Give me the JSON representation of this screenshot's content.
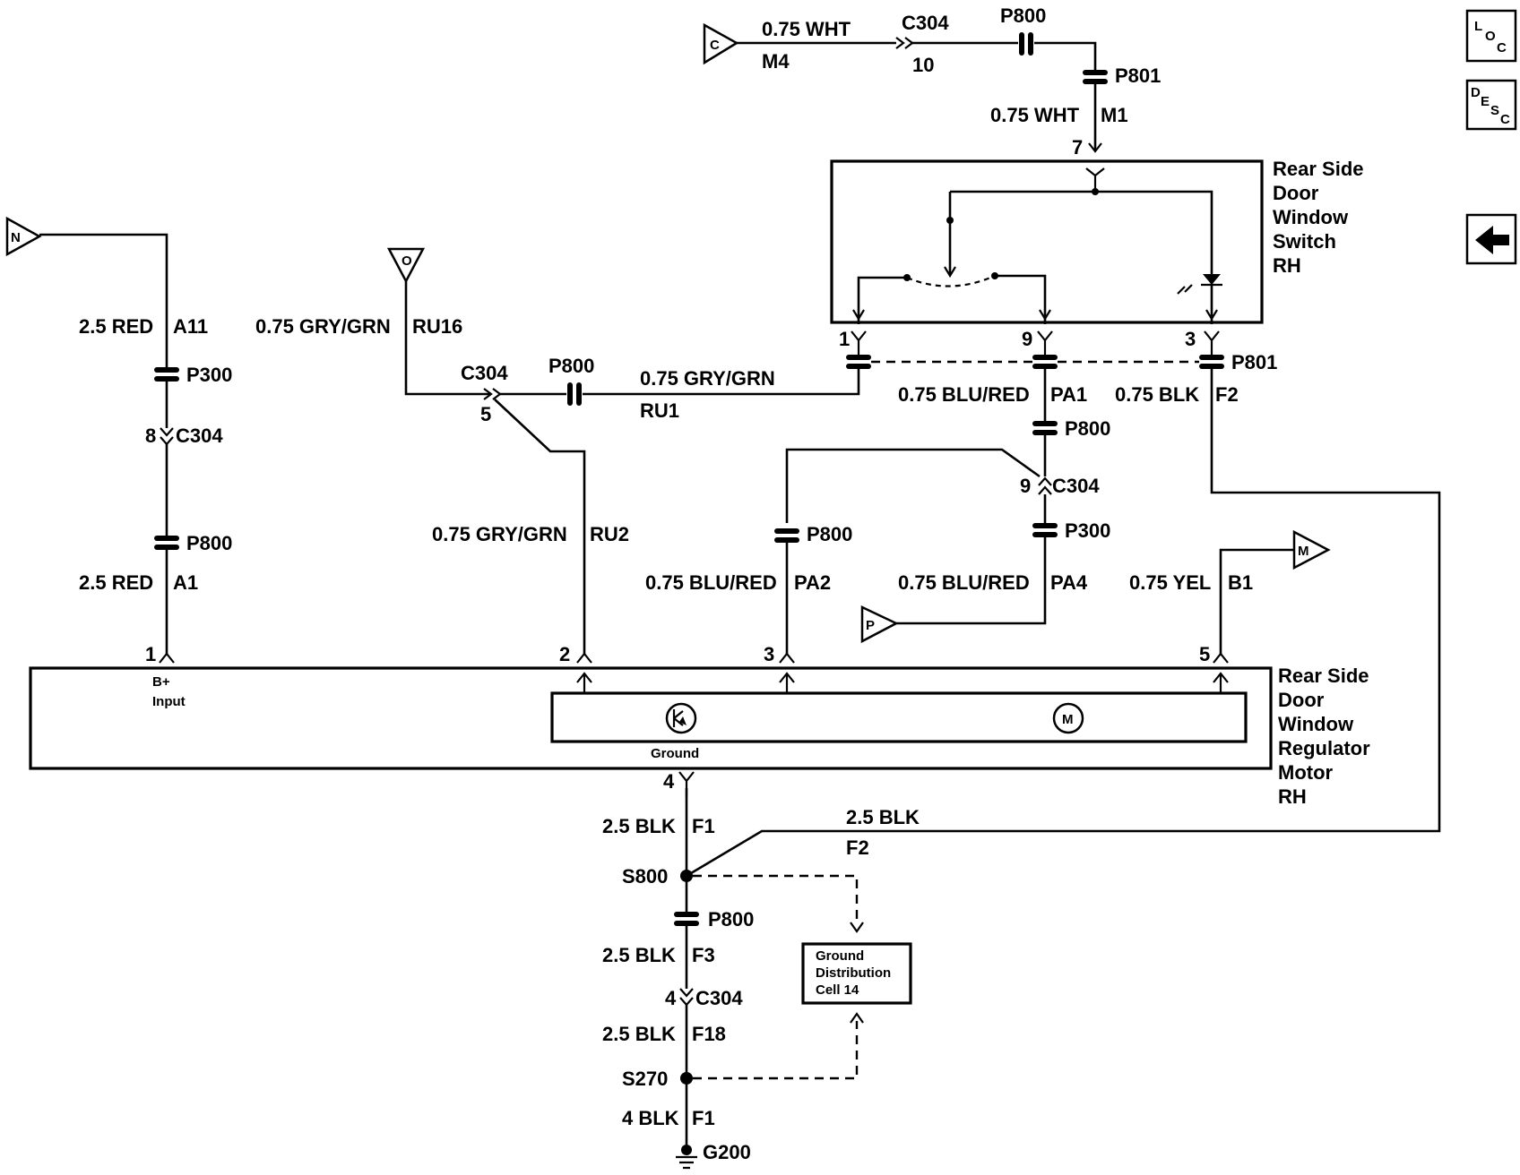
{
  "nav": {
    "loc": {
      "l": "L",
      "o": "O",
      "c": "C"
    },
    "desc": {
      "d": "D",
      "e": "E",
      "s": "S",
      "c": "C"
    }
  },
  "refs": {
    "n": "N",
    "o": "O",
    "c": "C",
    "m": "M",
    "p": "P"
  },
  "top": {
    "wire_wht": "0.75 WHT",
    "circuit_m4": "M4",
    "conn_c304": "C304",
    "pin_10": "10",
    "conn_p800": "P800",
    "conn_p801": "P801",
    "wire_wht_m1": "0.75 WHT",
    "circuit_m1": "M1",
    "pin_7": "7"
  },
  "switch": {
    "title": [
      "Rear Side",
      "Door",
      "Window",
      "Switch",
      "RH"
    ],
    "pin_1": "1",
    "pin_9": "9",
    "pin_3": "3",
    "conn_p801": "P801"
  },
  "left": {
    "wire_a11": "2.5 RED",
    "circuit_a11": "A11",
    "conn_p300": "P300",
    "pin_8": "8",
    "conn_c304": "C304",
    "conn_p800": "P800",
    "wire_a1": "2.5 RED",
    "circuit_a1": "A1",
    "pin_1": "1"
  },
  "ru": {
    "wire_ru16": "0.75 GRY/GRN",
    "circuit_ru16": "RU16",
    "conn_c304": "C304",
    "pin_5": "5",
    "conn_p800": "P800",
    "wire_ru1": "0.75 GRY/GRN",
    "circuit_ru1": "RU1",
    "wire_ru2": "0.75 GRY/GRN",
    "circuit_ru2": "RU2",
    "pin_2": "2"
  },
  "pa": {
    "wire_pa1": "0.75 BLU/RED",
    "circuit_pa1": "PA1",
    "conn_p800_top": "P800",
    "pin_9": "9",
    "conn_c304": "C304",
    "conn_p300": "P300",
    "conn_p800_left": "P800",
    "wire_pa2": "0.75 BLU/RED",
    "circuit_pa2": "PA2",
    "wire_pa4": "0.75 BLU/RED",
    "circuit_pa4": "PA4",
    "pin_3": "3"
  },
  "right": {
    "wire_f2": "0.75 BLK",
    "circuit_f2": "F2",
    "wire_b1": "0.75 YEL",
    "circuit_b1": "B1",
    "pin_5": "5"
  },
  "motor": {
    "title": [
      "Rear Side",
      "Door",
      "Window",
      "Regulator",
      "Motor",
      "RH"
    ],
    "b_plus": "B+",
    "input": "Input",
    "ground": "Ground",
    "motor_symbol": "M",
    "pin_4": "4"
  },
  "ground": {
    "wire_f1": "2.5 BLK",
    "circuit_f1": "F1",
    "wire_f2": "2.5 BLK",
    "circuit_f2": "F2",
    "splice_s800": "S800",
    "conn_p800": "P800",
    "wire_f3": "2.5 BLK",
    "circuit_f3": "F3",
    "pin_4": "4",
    "conn_c304": "C304",
    "wire_f18": "2.5 BLK",
    "circuit_f18": "F18",
    "splice_s270": "S270",
    "wire_f1b": "4 BLK",
    "circuit_f1b": "F1",
    "ground_g200": "G200",
    "dist_box": [
      "Ground",
      "Distribution",
      "Cell 14"
    ]
  }
}
